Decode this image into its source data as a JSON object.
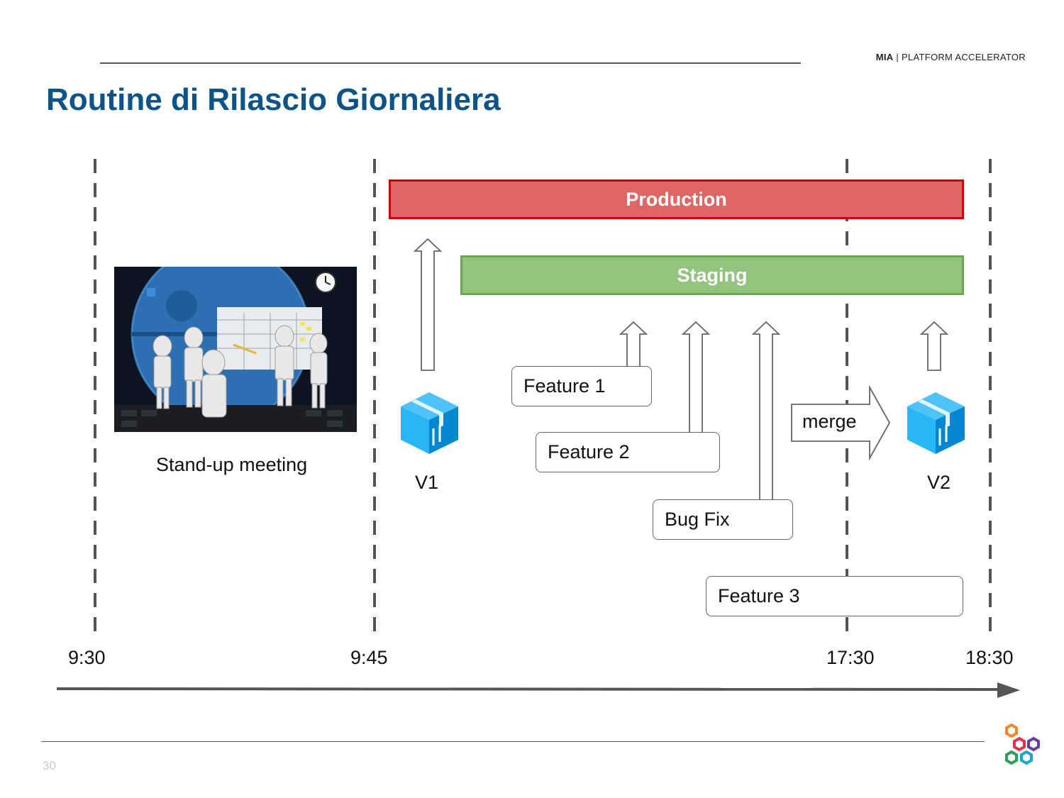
{
  "header": {
    "brand_bold": "MIA",
    "brand_rest": " | PLATFORM ACCELERATOR",
    "title": "Routine di Rilascio Giornaliera"
  },
  "environments": {
    "production": "Production",
    "staging": "Staging"
  },
  "tasks": {
    "feature_1": "Feature 1",
    "feature_2": "Feature 2",
    "bug_fix": "Bug Fix",
    "feature_3": "Feature 3"
  },
  "labels": {
    "standup": "Stand-up meeting",
    "v1": "V1",
    "v2": "V2",
    "merge": "merge"
  },
  "timeline": [
    "9:30",
    "9:45",
    "17:30",
    "18:30"
  ],
  "footer": {
    "page_number": "30"
  },
  "colors": {
    "title": "#0b5389",
    "production_fill": "#e06666",
    "production_border": "#cc0000",
    "staging_fill": "#93c47d",
    "staging_border": "#6aa84f",
    "package_icon": "#29b6f6"
  },
  "icons": [
    "package-icon-v1",
    "package-icon-v2",
    "mia-logo-icon"
  ]
}
